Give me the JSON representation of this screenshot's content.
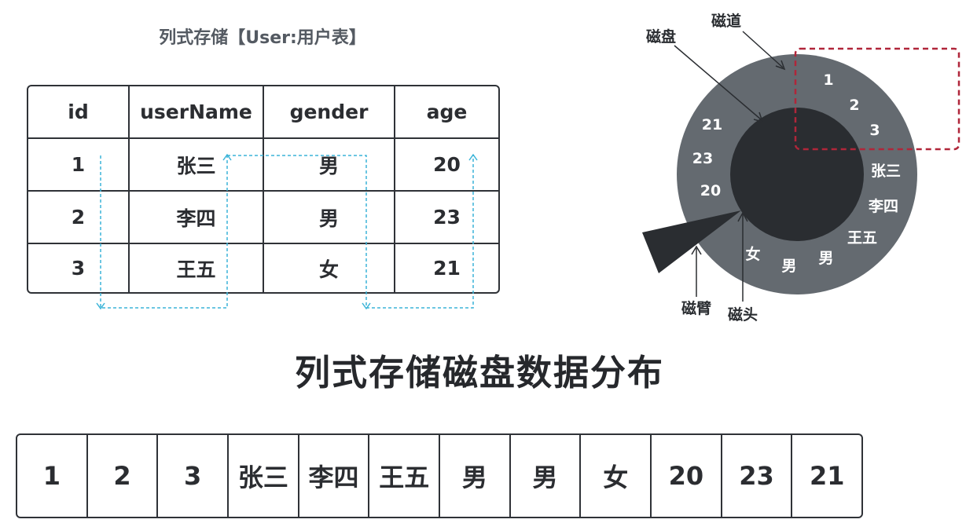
{
  "table": {
    "title": "列式存储【User:用户表】",
    "headers": [
      "id",
      "userName",
      "gender",
      "age"
    ],
    "rows": [
      [
        "1",
        "张三",
        "男",
        "20"
      ],
      [
        "2",
        "李四",
        "男",
        "23"
      ],
      [
        "3",
        "王五",
        "女",
        "21"
      ]
    ],
    "arrow_color": "#3bb4d8"
  },
  "disk": {
    "labels": {
      "track": "磁道",
      "platter": "磁盘",
      "arm": "磁臂",
      "head": "磁头"
    },
    "track_values": [
      "1",
      "2",
      "3",
      "张三",
      "李四",
      "王五",
      "男",
      "男",
      "女",
      "21",
      "23",
      "20"
    ],
    "colors": {
      "outer": "#646a70",
      "inner": "#2a2d31",
      "highlight": "#b0263a"
    }
  },
  "main_title": "列式存储磁盘数据分布",
  "storage": {
    "cells": [
      "1",
      "2",
      "3",
      "张三",
      "李四",
      "王五",
      "男",
      "男",
      "女",
      "20",
      "23",
      "21"
    ]
  }
}
